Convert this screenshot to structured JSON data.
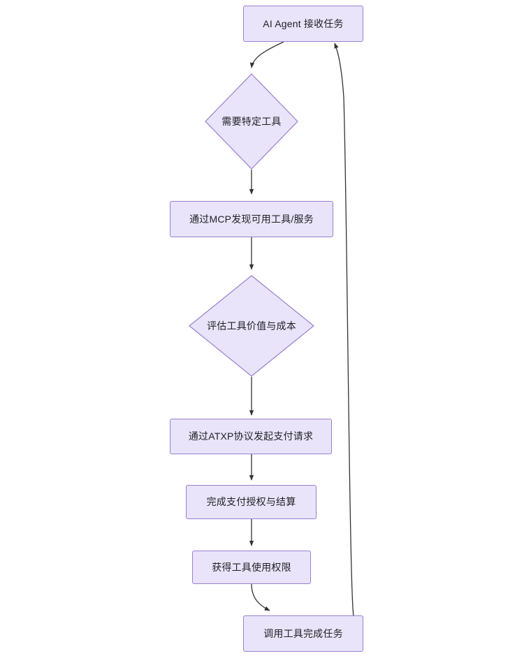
{
  "diagram": {
    "type": "flowchart",
    "direction": "top-to-bottom",
    "background_color": "#ffffff",
    "node_fill_color": "#e9e4fa",
    "node_border_color": "#9a7fd0",
    "node_text_color": "#1f2024",
    "edge_color": "#333333",
    "nodes": [
      {
        "id": "n1",
        "shape": "rect",
        "label": "AI Agent 接收任务"
      },
      {
        "id": "n2",
        "shape": "diamond",
        "label": "需要特定工具"
      },
      {
        "id": "n3",
        "shape": "rect",
        "label": "通过MCP发现可用工具/服务"
      },
      {
        "id": "n4",
        "shape": "diamond",
        "label": "评估工具价值与成本"
      },
      {
        "id": "n5",
        "shape": "rect",
        "label": "通过ATXP协议发起支付请求"
      },
      {
        "id": "n6",
        "shape": "rect",
        "label": "完成支付授权与结算"
      },
      {
        "id": "n7",
        "shape": "rect",
        "label": "获得工具使用权限"
      },
      {
        "id": "n8",
        "shape": "rect",
        "label": "调用工具完成任务"
      }
    ],
    "edges": [
      {
        "from": "n1",
        "to": "n2",
        "label": ""
      },
      {
        "from": "n2",
        "to": "n3",
        "label": ""
      },
      {
        "from": "n3",
        "to": "n4",
        "label": ""
      },
      {
        "from": "n4",
        "to": "n5",
        "label": ""
      },
      {
        "from": "n5",
        "to": "n6",
        "label": ""
      },
      {
        "from": "n6",
        "to": "n7",
        "label": ""
      },
      {
        "from": "n7",
        "to": "n8",
        "label": ""
      },
      {
        "from": "n8",
        "to": "n1",
        "label": ""
      }
    ]
  }
}
